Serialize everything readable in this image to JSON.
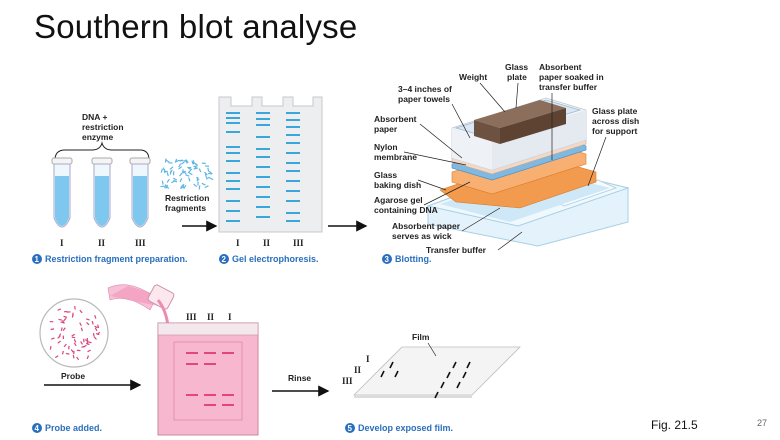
{
  "slide": {
    "title": "Southern blot analyse",
    "figure_ref": "Fig. 21.5",
    "page_number": "27"
  },
  "labels": {
    "dna_enzyme": [
      "DNA +",
      "restriction",
      "enzyme"
    ],
    "restriction_fragments": [
      "Restriction",
      "fragments"
    ],
    "lanes": [
      "I",
      "II",
      "III"
    ],
    "probe": "Probe",
    "rinse": "Rinse",
    "film": "Film",
    "weight": "Weight",
    "glass_plate": [
      "Glass",
      "plate"
    ],
    "absorbent_soaked": [
      "Absorbent",
      "paper soaked in",
      "transfer buffer"
    ],
    "paper_towels": [
      "3–4 inches of",
      "paper towels"
    ],
    "absorbent_paper": [
      "Absorbent",
      "paper"
    ],
    "nylon": [
      "Nylon",
      "membrane"
    ],
    "glass_dish": [
      "Glass",
      "baking dish"
    ],
    "agarose": [
      "Agarose gel",
      "containing DNA"
    ],
    "wick": [
      "Absorbent paper",
      "serves as wick"
    ],
    "transfer_buffer": "Transfer buffer",
    "glass_support": [
      "Glass plate",
      "across dish",
      "for support"
    ],
    "gel_lanes_top": [
      "III",
      "II",
      "I"
    ],
    "film_lanes": [
      "I",
      "II",
      "III"
    ]
  },
  "steps": [
    {
      "num": "1",
      "label": "Restriction fragment preparation."
    },
    {
      "num": "2",
      "label": "Gel electrophoresis."
    },
    {
      "num": "3",
      "label": "Blotting."
    },
    {
      "num": "4",
      "label": "Probe added."
    },
    {
      "num": "5",
      "label": "Develop exposed film."
    }
  ],
  "colors": {
    "step_blue": "#2a6fbd",
    "tube_blue": "#8fd0f0",
    "band_blue": "#3aa6dc",
    "gel_pink": "#f6b8cf",
    "band_pink": "#e2457f",
    "orange": "#f08a3a",
    "brown": "#6a4a3a"
  }
}
